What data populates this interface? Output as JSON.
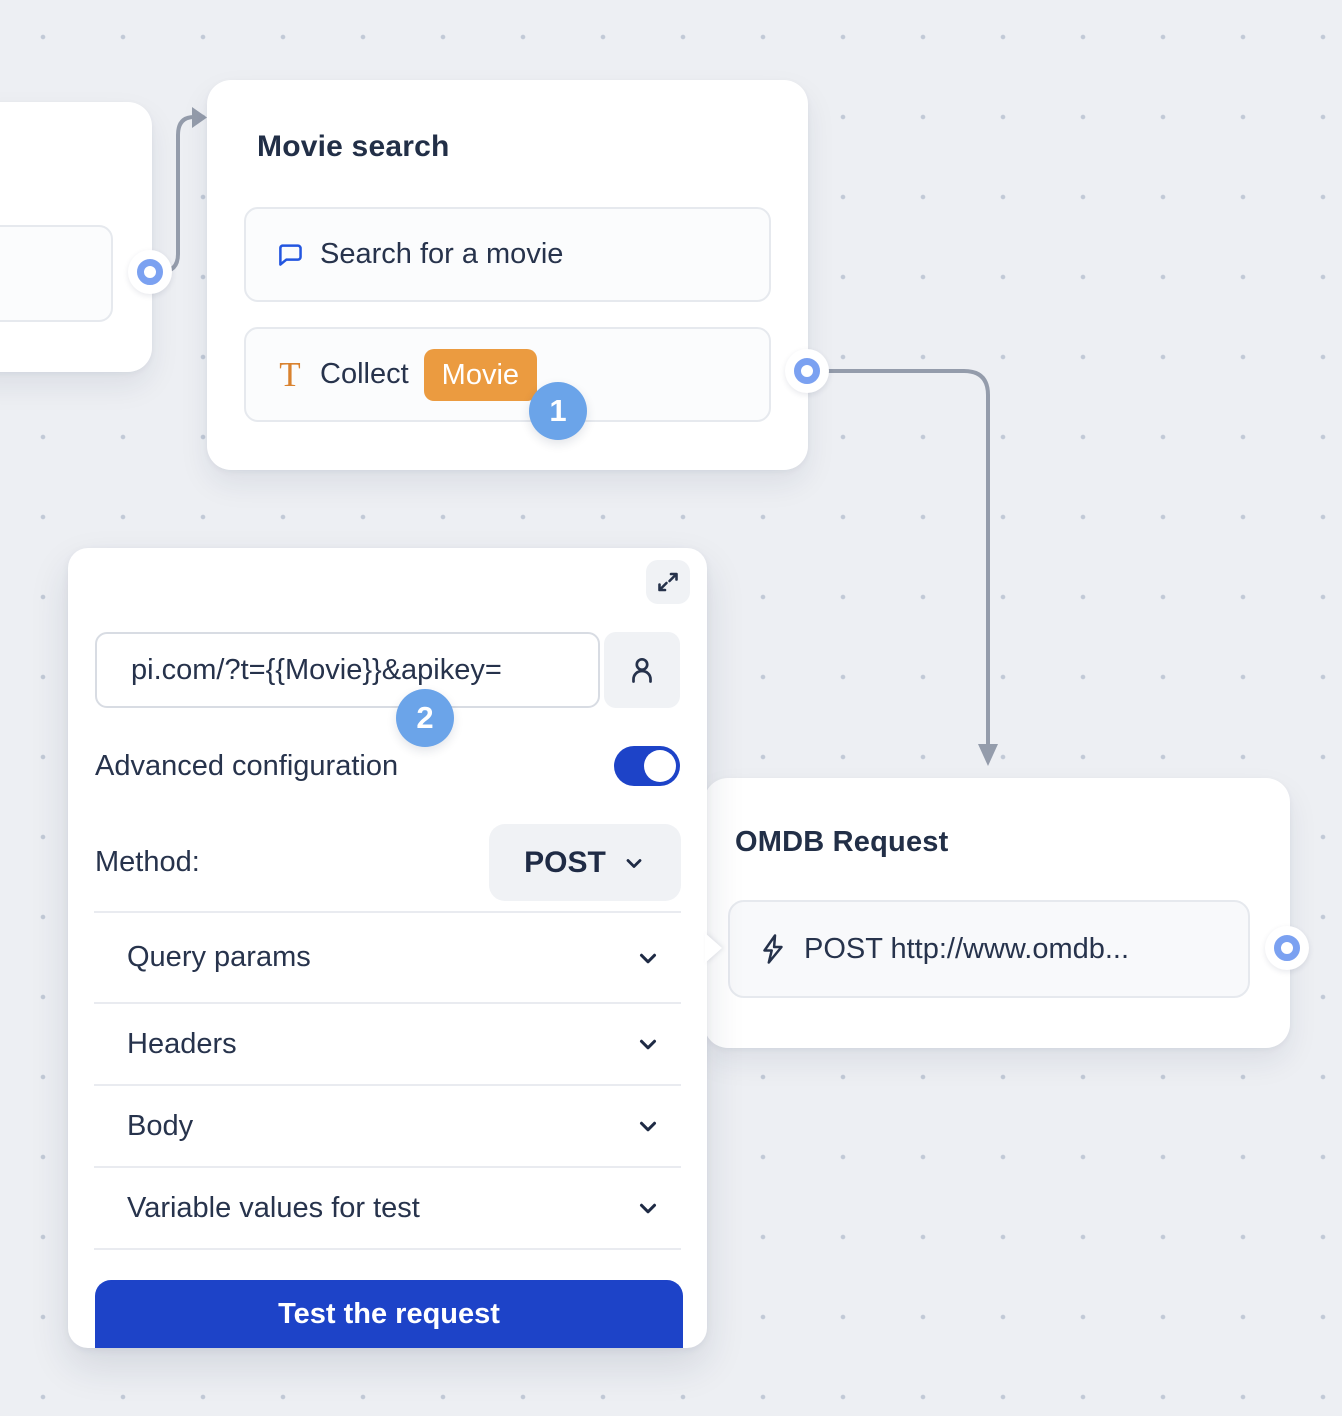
{
  "movie_search_node": {
    "title": "Movie search",
    "items": [
      {
        "icon": "chat-bubble-icon",
        "label": "Search for a movie"
      },
      {
        "icon": "text-icon",
        "label": "Collect",
        "variable_tag": "Movie"
      }
    ],
    "step_badge": "1"
  },
  "webhook_panel": {
    "url_value": "pi.com/?t={{Movie}}&apikey=",
    "advanced_configuration_label": "Advanced configuration",
    "advanced_configuration_enabled": true,
    "method_label": "Method:",
    "method_value": "POST",
    "sections": [
      {
        "label": "Query params"
      },
      {
        "label": "Headers"
      },
      {
        "label": "Body"
      },
      {
        "label": "Variable values for test"
      }
    ],
    "test_button_label": "Test the request",
    "step_badge": "2"
  },
  "omdb_node": {
    "title": "OMDB Request",
    "item": {
      "icon": "lightning-icon",
      "label": "POST http://www.omdb..."
    }
  },
  "colors": {
    "accent_blue": "#1d43c8",
    "step_badge_blue": "#6ba4e9",
    "variable_tag_orange": "#eb9b40",
    "port_blue": "#7ba1f1",
    "connector_gray": "#949cab",
    "canvas_background": "#edeff3",
    "canvas_dot": "#c2cad7"
  }
}
